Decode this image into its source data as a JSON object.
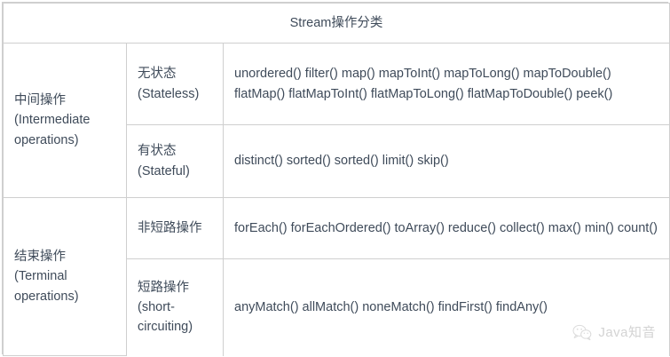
{
  "table": {
    "title": "Stream操作分类",
    "groups": [
      {
        "label": "中间操作 (Intermediate operations)",
        "rows": [
          {
            "subtype": "无状态 (Stateless)",
            "methods": "unordered() filter() map() mapToInt() mapToLong() mapToDouble() flatMap() flatMapToInt() flatMapToLong() flatMapToDouble() peek()"
          },
          {
            "subtype": "有状态 (Stateful)",
            "methods": "distinct() sorted() sorted() limit() skip()"
          }
        ]
      },
      {
        "label": "结束操作 (Terminal operations)",
        "rows": [
          {
            "subtype": "非短路操作",
            "methods": "forEach() forEachOrdered() toArray() reduce() collect() max() min() count()"
          },
          {
            "subtype": "短路操作 (short-circuiting)",
            "methods": "anyMatch() allMatch() noneMatch() findFirst() findAny()"
          }
        ]
      }
    ]
  },
  "watermark": {
    "icon": "wechat-icon",
    "text": "Java知音"
  },
  "colors": {
    "text": "#3f4b5a",
    "border": "#cfcfcf",
    "background": "#ffffff",
    "watermark_text": "#b9b9b9"
  }
}
